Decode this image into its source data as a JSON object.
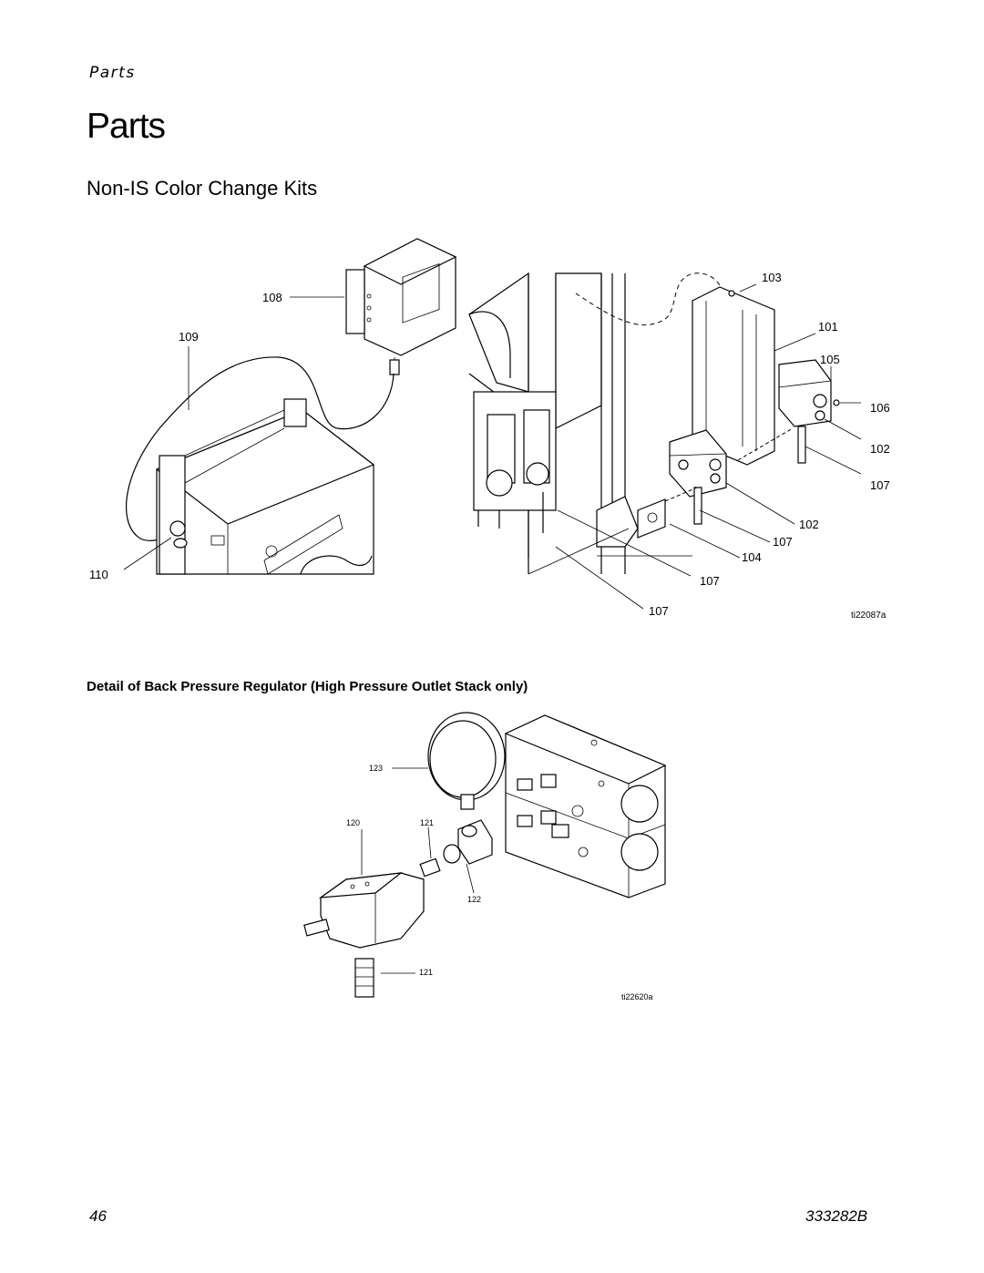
{
  "header": {
    "running_head": "Parts"
  },
  "page_title": "Parts",
  "section_title": "Non-IS Color Change Kits",
  "figure1": {
    "callouts": [
      "108",
      "109",
      "110",
      "103",
      "101",
      "105",
      "106",
      "102",
      "107",
      "102",
      "107",
      "104",
      "107",
      "107"
    ],
    "figure_id": "ti22087a"
  },
  "figure2": {
    "caption": "Detail of Back Pressure Regulator (High Pressure Outlet Stack only)",
    "callouts": [
      "123",
      "120",
      "121",
      "122",
      "121"
    ],
    "figure_id": "ti22620a"
  },
  "footer": {
    "page_number": "46",
    "doc_number": "333282B"
  }
}
